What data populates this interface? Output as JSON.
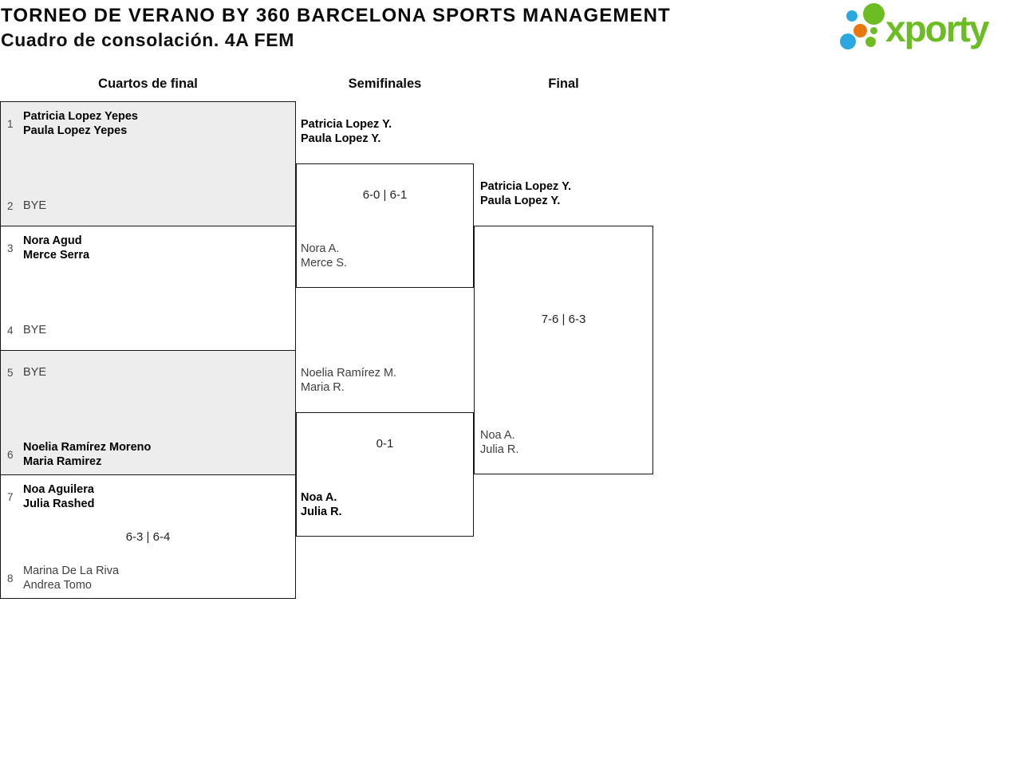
{
  "header": {
    "title": "TORNEO DE VERANO BY 360 BARCELONA SPORTS MANAGEMENT",
    "subtitle": "Cuadro de consolación. 4A FEM"
  },
  "logo": {
    "brand": "xporty",
    "brand_color": "#6cbc23",
    "dot_colors": {
      "blue": "#2aa8e0",
      "green": "#6cbc23",
      "orange": "#e97710"
    }
  },
  "round_headers": {
    "quarterfinals": "Cuartos de final",
    "semifinals": "Semifinales",
    "final": "Final"
  },
  "bracket": {
    "highlight_fill": "#ededed",
    "quarterfinals": [
      {
        "seed_top": "1",
        "top_line1": "Patricia Lopez Yepes",
        "top_line2": "Paula Lopez Yepes",
        "seed_bottom": "2",
        "bottom_line1": "BYE"
      },
      {
        "seed_top": "3",
        "top_line1": "Nora Agud",
        "top_line2": "Merce Serra",
        "seed_bottom": "4",
        "bottom_line1": "BYE"
      },
      {
        "seed_top": "5",
        "top_line1": "BYE",
        "seed_bottom": "6",
        "bottom_line1": "Noelia Ramírez Moreno",
        "bottom_line2": "Maria Ramirez"
      },
      {
        "seed_top": "7",
        "top_line1": "Noa Aguilera",
        "top_line2": "Julia Rashed",
        "score": "6-3 | 6-4",
        "seed_bottom": "8",
        "bottom_line1": "Marina De La Riva",
        "bottom_line2": "Andrea Tomo"
      }
    ],
    "semifinals": [
      {
        "top_line1": "Patricia Lopez Y.",
        "top_line2": "Paula Lopez Y.",
        "score": "6-0 | 6-1",
        "bottom_line1": "Nora A.",
        "bottom_line2": "Merce S."
      },
      {
        "top_line1": "Noelia Ramírez M.",
        "top_line2": "Maria R.",
        "score": "0-1",
        "bottom_line1": "Noa A.",
        "bottom_line2": "Julia R."
      }
    ],
    "final": {
      "top_line1": "Patricia Lopez Y.",
      "top_line2": "Paula Lopez Y.",
      "score": "7-6 | 6-3",
      "bottom_line1": "Noa A.",
      "bottom_line2": "Julia R."
    }
  }
}
